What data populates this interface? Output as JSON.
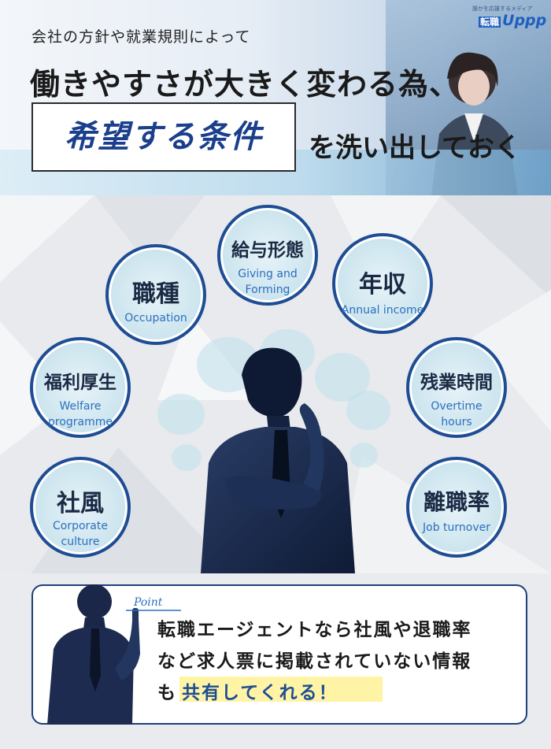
{
  "header": {
    "subtitle": "会社の方針や就業規則によって",
    "headline": "働きやすさが大きく変わる為、",
    "highlight": "希望する条件",
    "action": "を洗い出しておく",
    "logo_tagline": "誰かを応援するメディア",
    "logo_mark": "転職",
    "logo_name": "Uppp"
  },
  "conditions": [
    {
      "jp": "給与形態",
      "en": [
        "Giving and",
        "Forming"
      ]
    },
    {
      "jp": "職種",
      "en": [
        "Occupation"
      ]
    },
    {
      "jp": "年収",
      "en": [
        "Annual income"
      ]
    },
    {
      "jp": "福利厚生",
      "en": [
        "Welfare",
        "programme"
      ]
    },
    {
      "jp": "残業時間",
      "en": [
        "Overtime",
        "hours"
      ]
    },
    {
      "jp": "社風",
      "en": [
        "Corporate",
        "culture"
      ]
    },
    {
      "jp": "離職率",
      "en": [
        "Job turnover"
      ]
    }
  ],
  "point": {
    "label": "Point",
    "line1": "転職エージェントなら社風や退職率",
    "line2": "など求人票に掲載されていない情報",
    "line3_pre": "も",
    "line3_highlight": "共有してくれる！"
  },
  "colors": {
    "circle_border": "#1e4d95",
    "english_text": "#2a6fbf",
    "highlight": "#fff3a6"
  }
}
